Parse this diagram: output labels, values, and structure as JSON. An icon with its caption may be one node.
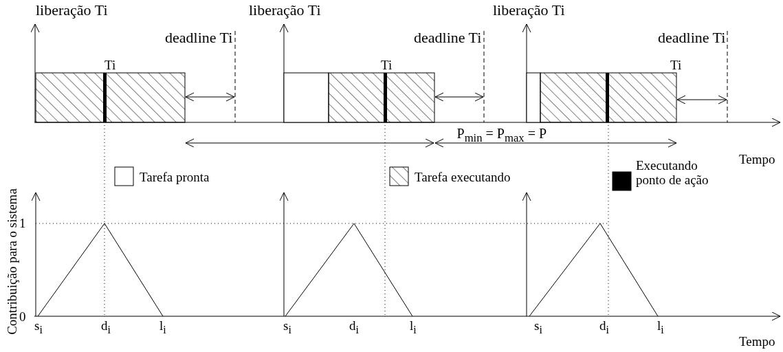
{
  "diagram": {
    "labels": [
      "liberação Ti",
      "liberação Ti",
      "liberação Ti",
      "deadline Ti",
      "deadline Ti",
      "deadline Ti",
      "Ti",
      "Ti",
      "Ti",
      "P$_{min}$ = P$_{max}$ = P",
      "Tempo",
      "Contribuição para o sistema",
      "1",
      "0",
      "s$_{i}$",
      "d$_{i}$",
      "l$_{i}$",
      "s$_{i}$",
      "d$_{i}$",
      "l$_{i}$",
      "s$_{i}$",
      "d$_{i}$",
      "l$_{i}$",
      "Tempo"
    ],
    "legend": [
      {
        "text": "Tarefa pronta",
        "color": "#ffffff"
      },
      {
        "text": "Tarefa executando"
      },
      {
        "text": "Executando ponto de ação",
        "color": "#000000"
      }
    ]
  }
}
